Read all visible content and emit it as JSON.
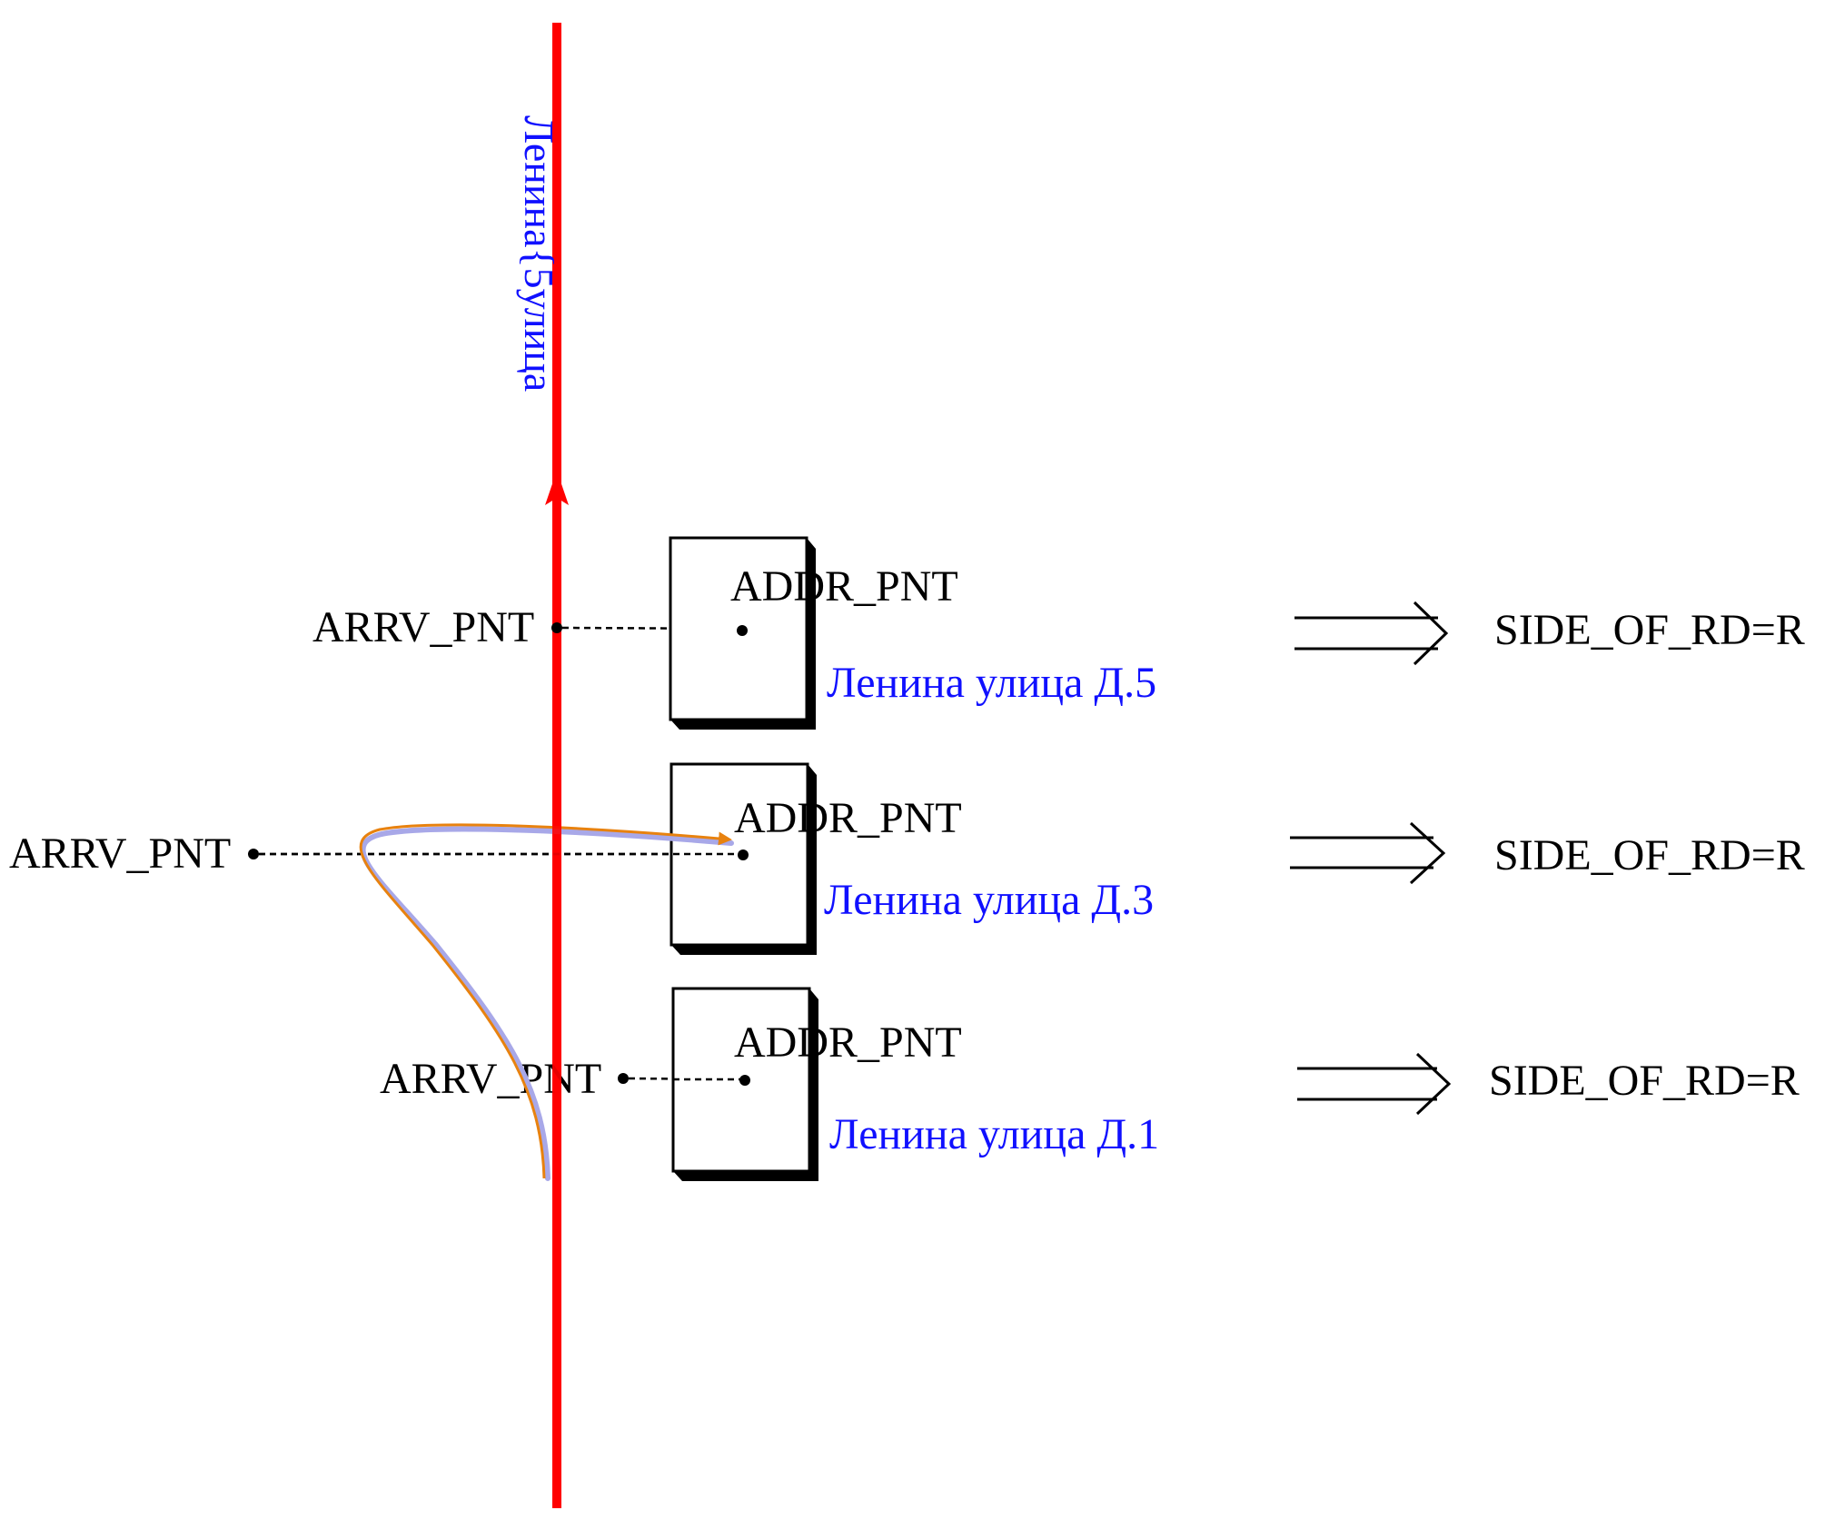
{
  "diagram": {
    "title": "Side of road determination by arrival and address points",
    "colors": {
      "road": "#ff0000",
      "address_text": "#1010ff",
      "label_text": "#000000",
      "route_curve": "#e8820f",
      "route_highlight": "#a8a8e8"
    },
    "road": {
      "label": "Ленина{5улица",
      "direction": "up"
    },
    "addresses": [
      {
        "arrival_label": "ARRV_PNT",
        "address_point_label": "ADDR_PNT",
        "address_name": "Ленина улица Д.5",
        "result_label": "SIDE_OF_RD=R"
      },
      {
        "arrival_label": "ARRV_PNT",
        "address_point_label": "ADDR_PNT",
        "address_name": "Ленина улица Д.3",
        "result_label": "SIDE_OF_RD=R"
      },
      {
        "arrival_label": "ARRV_PNT",
        "address_point_label": "ADDR_PNT",
        "address_name": "Ленина улица Д.1",
        "result_label": "SIDE_OF_RD=R"
      }
    ],
    "icons": {
      "result_arrow": "double-arrow-right-icon",
      "road_direction": "arrow-up-icon",
      "point": "dot-icon"
    }
  }
}
